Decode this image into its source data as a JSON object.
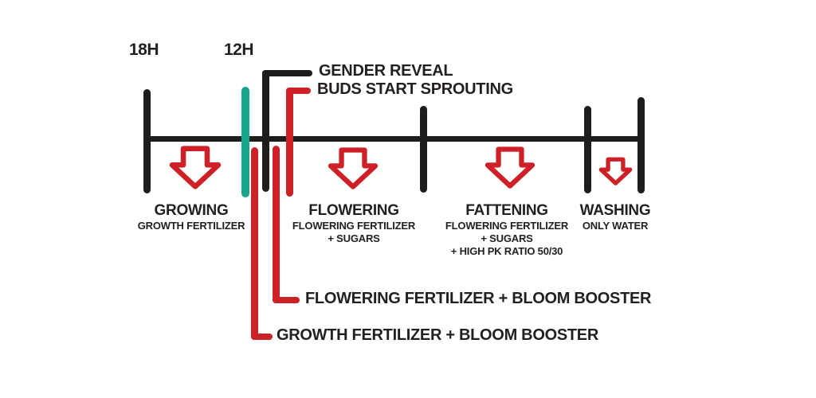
{
  "colors": {
    "ink": "#231f20",
    "line_black": "#1d1d1b",
    "accent_red": "#cd2127",
    "marker_teal": "#17a68b",
    "background": "#ffffff"
  },
  "light_cycle": {
    "label_18h": "18H",
    "label_12h": "12H"
  },
  "top_annotations": {
    "gender_reveal": "GENDER REVEAL",
    "buds_start_sprouting": "BUDS START SPROUTING"
  },
  "phases": [
    {
      "title": "GROWING",
      "details": [
        "GROWTH FERTILIZER"
      ]
    },
    {
      "title": "FLOWERING",
      "details": [
        "FLOWERING FERTILIZER",
        "+ SUGARS"
      ]
    },
    {
      "title": "FATTENING",
      "details": [
        "FLOWERING FERTILIZER",
        "+ SUGARS",
        "+ HIGH PK RATIO 50/30"
      ]
    },
    {
      "title": "WASHING",
      "details": [
        "ONLY WATER"
      ]
    }
  ],
  "bottom_annotations": {
    "flowering_bloom": "FLOWERING FERTILIZER + BLOOM BOOSTER",
    "growth_bloom": "GROWTH FERTILIZER + BLOOM BOOSTER"
  }
}
